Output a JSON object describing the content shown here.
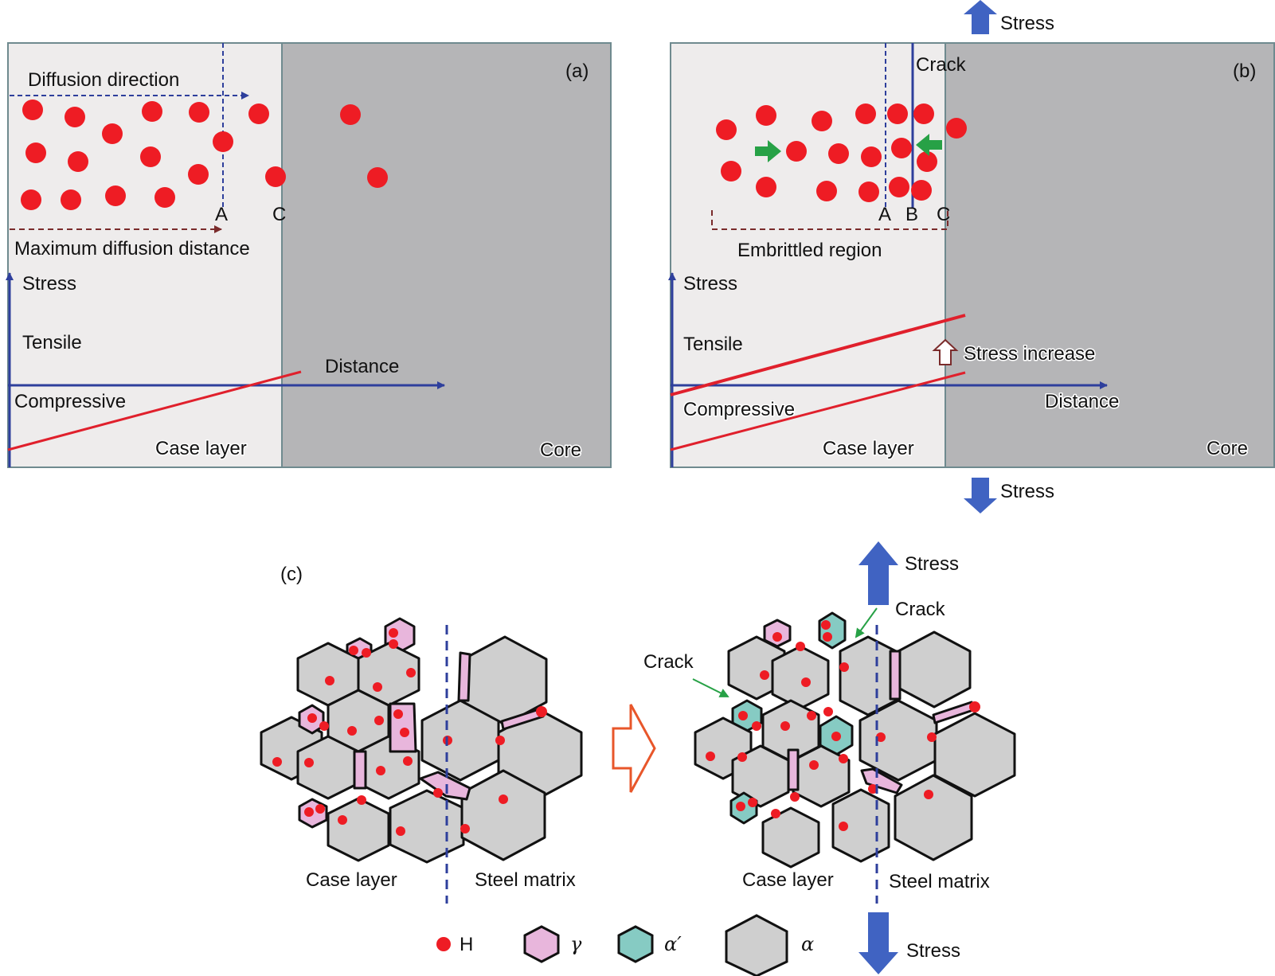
{
  "panel_a": {
    "tag": "(a)",
    "diffusion_direction": "Diffusion direction",
    "max_diffusion_distance": "Maximum diffusion distance",
    "marker_a": "A",
    "marker_c": "C",
    "stress_axis": "Stress",
    "tensile": "Tensile",
    "compressive": "Compressive",
    "distance_axis": "Distance",
    "case_layer": "Case layer",
    "core": "Core"
  },
  "panel_b": {
    "tag": "(b)",
    "stress_top": "Stress",
    "stress_bottom": "Stress",
    "crack": "Crack",
    "marker_a": "A",
    "marker_b": "B",
    "marker_c": "C",
    "embrittled_region": "Embrittled region",
    "stress_axis": "Stress",
    "tensile": "Tensile",
    "stress_increase": "Stress increase",
    "compressive": "Compressive",
    "distance_axis": "Distance",
    "case_layer": "Case layer",
    "core": "Core"
  },
  "panel_c": {
    "tag": "(c)",
    "left_case_layer": "Case layer",
    "left_steel_matrix": "Steel matrix",
    "right_case_layer": "Case layer",
    "right_steel_matrix": "Steel matrix",
    "crack_left": "Crack",
    "crack_right": "Crack",
    "stress_top": "Stress",
    "stress_bottom": "Stress"
  },
  "legend": {
    "h": "H",
    "gamma": "γ",
    "alpha_prime": "α′",
    "alpha": "α"
  },
  "colors": {
    "case_layer": "#eeecec",
    "core": "#b5b5b7",
    "hydrogen": "#ee1c24",
    "axis_blue": "#2e3f9c",
    "stress_arrow": "#4063c2",
    "stress_line": "#e0202c",
    "dark_red_dash": "#7a2b2b",
    "green_arrow": "#27a146",
    "gamma_phase": "#e8b6dc",
    "alpha_prime_phase": "#86cbc3",
    "alpha_phase": "#cfcfcf",
    "transform_arrow": "#e8562a"
  }
}
